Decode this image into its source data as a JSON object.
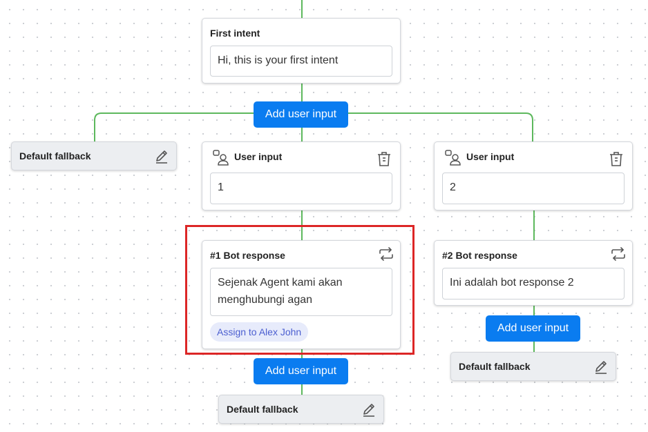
{
  "canvas": {
    "first_intent": {
      "title": "First intent",
      "value": "Hi, this is your first intent"
    },
    "add_user_input_label": "Add user input",
    "default_fallback_label": "Default fallback",
    "user_inputs": [
      {
        "title": "User input",
        "value": "1"
      },
      {
        "title": "User input",
        "value": "2"
      }
    ],
    "bot_responses": [
      {
        "title": "#1 Bot response",
        "value": "Sejenak Agent kami akan menghubungi agan",
        "assign_chip": "Assign to Alex John"
      },
      {
        "title": "#2 Bot response",
        "value": "Ini adalah bot response 2"
      }
    ]
  },
  "colors": {
    "connector": "#5cb85c",
    "primary_button": "#0a7cf0",
    "highlight": "#dc2626",
    "assign_chip_bg": "#e7ebfb",
    "assign_chip_text": "#4b5ed0"
  },
  "icons": [
    "users-icon",
    "trash-icon",
    "repeat-icon",
    "pencil-icon"
  ]
}
